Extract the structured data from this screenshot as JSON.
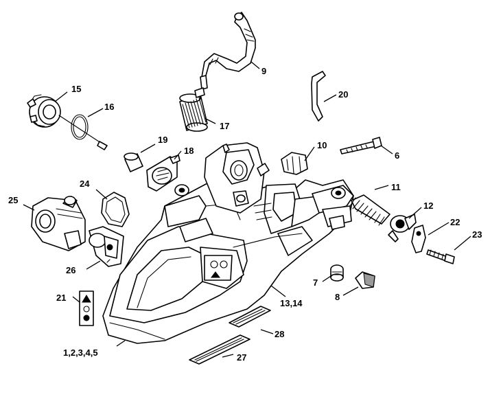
{
  "callouts": {
    "c1_5": "1,2,3,4,5",
    "c6": "6",
    "c7": "7",
    "c8": "8",
    "c9": "9",
    "c10": "10",
    "c11": "11",
    "c12": "12",
    "c13_14": "13,14",
    "c15": "15",
    "c16": "16",
    "c17": "17",
    "c18": "18",
    "c19": "19",
    "c20": "20",
    "c21": "21",
    "c22": "22",
    "c23": "23",
    "c24": "24",
    "c25": "25",
    "c26": "26",
    "c27": "27",
    "c28": "28"
  }
}
